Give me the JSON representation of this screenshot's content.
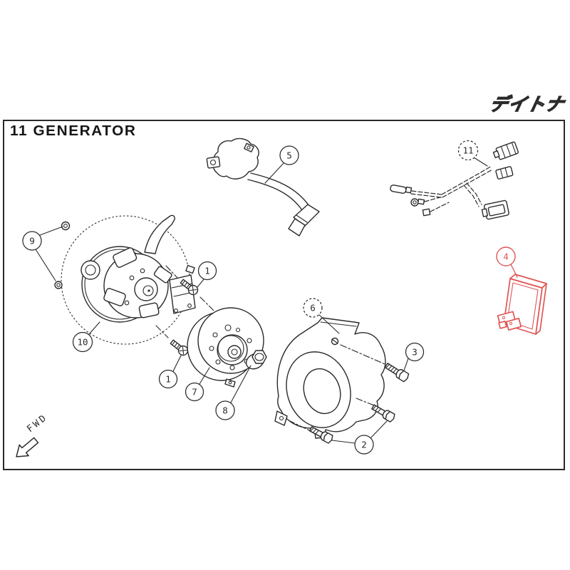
{
  "header": {
    "title": "11 GENERATOR",
    "logo_text": "デイトナ"
  },
  "colors": {
    "background": "#ffffff",
    "line": "#2b2b2b",
    "highlight": "#e05555"
  },
  "diagram": {
    "fwd_label": "FWD",
    "highlighted_part": "4",
    "callouts": [
      {
        "label": "1"
      },
      {
        "label": "1"
      },
      {
        "label": "2"
      },
      {
        "label": "3"
      },
      {
        "label": "4"
      },
      {
        "label": "5"
      },
      {
        "label": "6"
      },
      {
        "label": "7"
      },
      {
        "label": "8"
      },
      {
        "label": "9"
      },
      {
        "label": "10"
      },
      {
        "label": "11"
      }
    ]
  }
}
